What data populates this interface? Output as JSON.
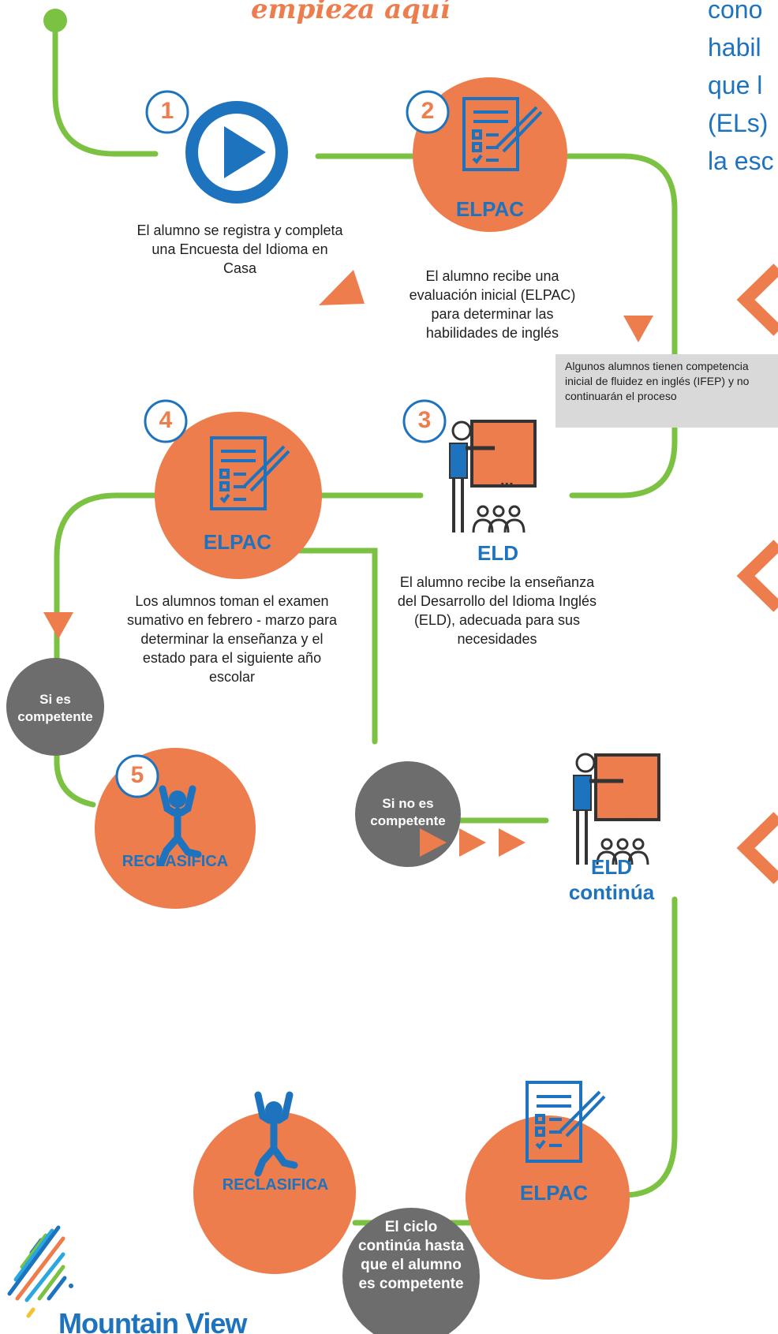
{
  "header": {
    "start_text": "empieza aquí",
    "intro_lines": [
      "cono",
      "habil",
      "que l",
      "(ELs)",
      "la esc"
    ]
  },
  "steps": [
    {
      "number": "1",
      "caption": "El alumno se registra y completa una Encuesta del Idioma en Casa"
    },
    {
      "number": "2",
      "label": "ELPAC",
      "caption": "El alumno recibe una evaluación inicial (ELPAC) para determinar las habilidades de inglés"
    },
    {
      "number": "3",
      "label": "ELD",
      "caption": "El alumno recibe la enseñanza del Desarrollo del Idioma Inglés (ELD), adecuada para sus necesidades"
    },
    {
      "number": "4",
      "label": "ELPAC",
      "caption": "Los alumnos toman el examen sumativo en febrero - marzo para determinar la enseñanza y el estado para el siguiente año escolar"
    },
    {
      "number": "5",
      "label": "RECLASIFICA"
    }
  ],
  "note": "Algunos alumnos tienen competencia inicial de fluidez en inglés (IFEP) y no continuarán el proceso",
  "branches": {
    "proficient": "Si es competente",
    "not_proficient": "Si no es competente"
  },
  "continue_step": {
    "label_line1": "ELD",
    "label_line2": "continúa"
  },
  "bottom": {
    "elpac_label": "ELPAC",
    "reclassify_label": "RECLASIFICA",
    "cycle_text": "El ciclo continúa hasta que el alumno es competente"
  },
  "logo": {
    "text": "Mountain View"
  },
  "colors": {
    "orange": "#ed7d4c",
    "blue": "#1e73be",
    "green": "#7cc242",
    "gray": "#6d6d6d",
    "note_bg": "#d9d9d9"
  }
}
